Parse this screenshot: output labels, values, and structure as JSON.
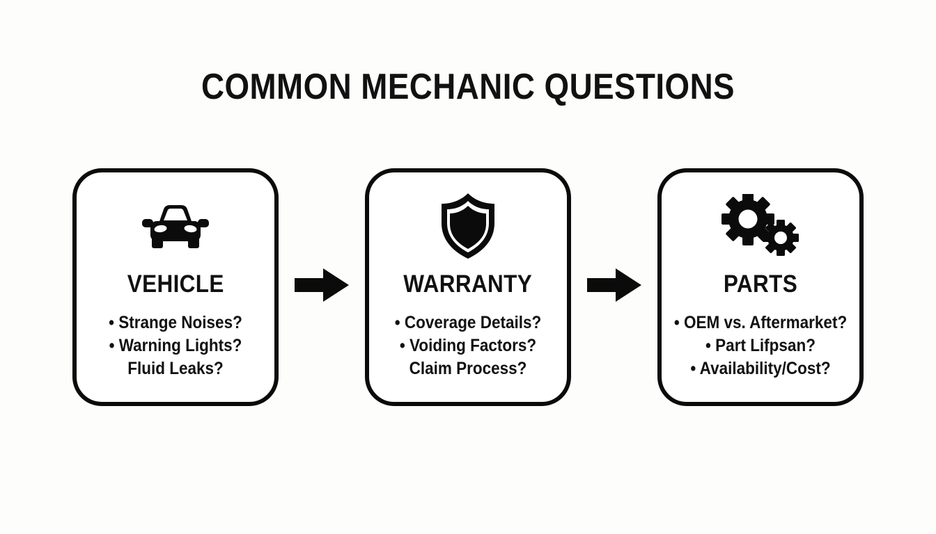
{
  "page": {
    "title": "COMMON MECHANIC QUESTIONS",
    "background_color": "#fdfdfc",
    "ink_color": "#0b0b0b"
  },
  "flow": {
    "arrow_1": {
      "icon": "arrow-right-icon",
      "label": ""
    },
    "arrow_2": {
      "icon": "arrow-right-icon",
      "label": ""
    },
    "cards": [
      {
        "id": "vehicle",
        "icon": "car-front-icon",
        "title": "VEHICLE",
        "bullets": [
          {
            "marker": "•",
            "text": "Strange Noises?"
          },
          {
            "marker": "•",
            "text": "Warning Lights?"
          },
          {
            "marker": "",
            "text": "Fluid Leaks?"
          }
        ]
      },
      {
        "id": "warranty",
        "icon": "shield-icon",
        "title": "WARRANTY",
        "bullets": [
          {
            "marker": "•",
            "text": "Coverage Details?"
          },
          {
            "marker": "•",
            "text": "Voiding Factors?"
          },
          {
            "marker": "",
            "text": "Claim Process?"
          }
        ]
      },
      {
        "id": "parts",
        "icon": "gears-icon",
        "title": "PARTS",
        "bullets": [
          {
            "marker": "•",
            "text": "OEM vs. Aftermarket?"
          },
          {
            "marker": "•",
            "text": "Part Lifpsan?"
          },
          {
            "marker": "•",
            "text": "Availability/Cost?"
          }
        ]
      }
    ]
  }
}
